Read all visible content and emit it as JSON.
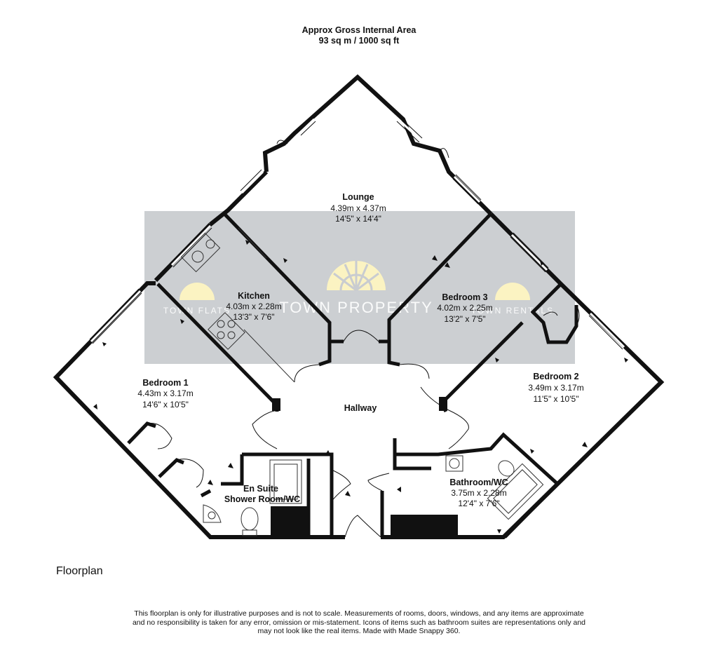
{
  "header": {
    "area_title": "Approx Gross Internal Area",
    "area_value": "93 sq m / 1000 sq ft"
  },
  "watermark": {
    "center_text": "TOWN PROPERTY",
    "left_text": "TOWN FLATS",
    "right_text": "TOWN RENTALS",
    "band_color": "#c9ccd0",
    "sun_color": "#fbf3c2"
  },
  "rooms": {
    "lounge": {
      "name": "Lounge",
      "metric": "4.39m x 4.37m",
      "imperial": "14'5\" x 14'4\""
    },
    "kitchen": {
      "name": "Kitchen",
      "metric": "4.03m x 2.28m",
      "imperial": "13'3\" x 7'6\""
    },
    "bedroom3": {
      "name": "Bedroom 3",
      "metric": "4.02m x 2.25m",
      "imperial": "13'2\" x 7'5\""
    },
    "bedroom1": {
      "name": "Bedroom 1",
      "metric": "4.43m x 3.17m",
      "imperial": "14'6\" x 10'5\""
    },
    "bedroom2": {
      "name": "Bedroom 2",
      "metric": "3.49m x 3.17m",
      "imperial": "11'5\" x 10'5\""
    },
    "hallway": {
      "name": "Hallway"
    },
    "ensuite": {
      "name_line1": "En Suite",
      "name_line2": "Shower Room/WC"
    },
    "bathroom": {
      "name": "Bathroom/WC",
      "metric": "3.75m x 2.28m",
      "imperial": "12'4\" x 7'6\""
    }
  },
  "footer": {
    "floorplan_label": "Floorplan",
    "disclaimer_line1": "This floorplan is only for illustrative purposes and is not to scale. Measurements of rooms, doors, windows, and any items are approximate",
    "disclaimer_line2": "and no responsibility is taken for any error, omission or mis-statement. Icons of items such as bathroom suites are representations only and",
    "disclaimer_line3": "may not look like the real items. Made with Made Snappy 360."
  }
}
